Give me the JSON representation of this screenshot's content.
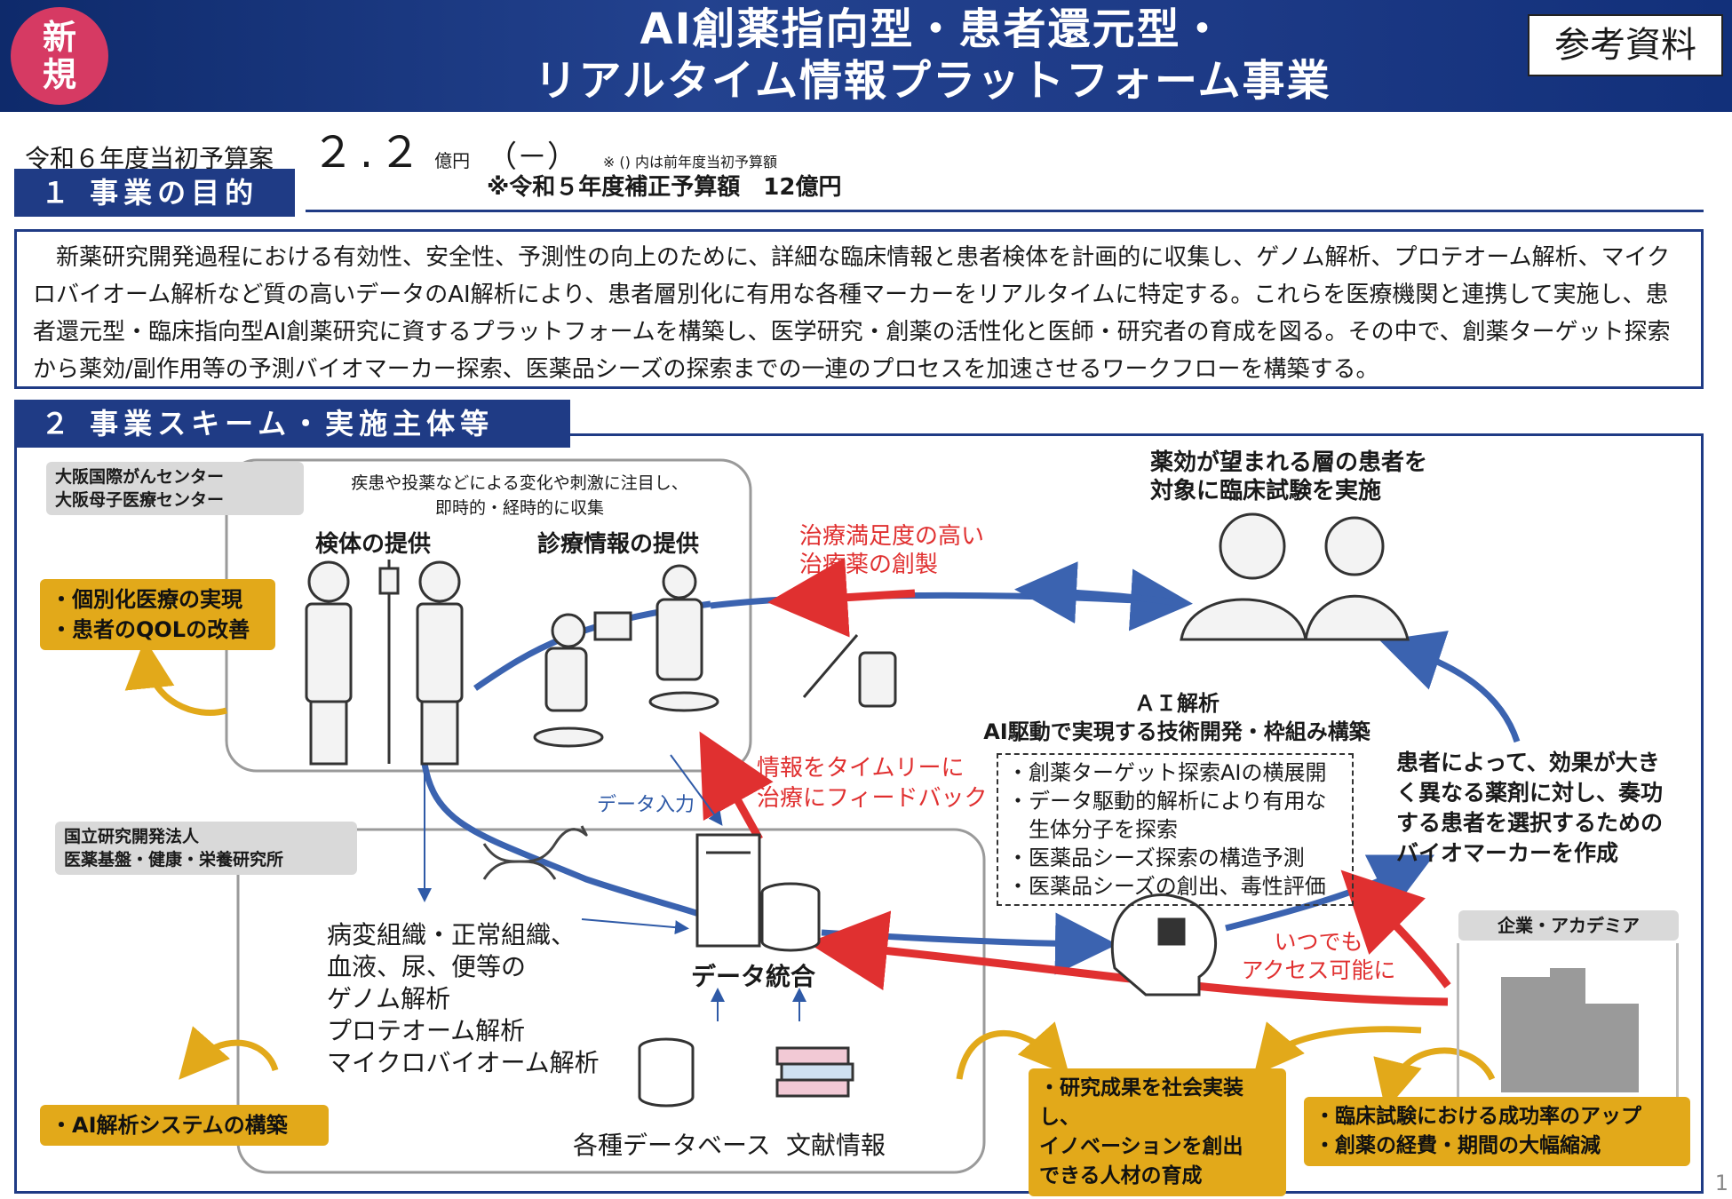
{
  "header": {
    "badge": "新規",
    "title_line1": "AI創薬指向型・患者還元型・",
    "title_line2": "リアルタイム情報プラットフォーム事業",
    "reference_label": "参考資料"
  },
  "budget": {
    "label": "令和６年度当初予算案",
    "amount": "２.２",
    "unit": "億円",
    "prev": "（－）",
    "note": "※ () 内は前年度当初予算額",
    "supplementary": "※令和５年度補正予算額　12億円"
  },
  "section1": {
    "heading": "１ 事業の目的",
    "text": "新薬研究開発過程における有効性、安全性、予測性の向上のために、詳細な臨床情報と患者検体を計画的に収集し、ゲノム解析、プロテオーム解析、マイクロバイオーム解析など質の高いデータのAI解析により、患者層別化に有用な各種マーカーをリアルタイムに特定する。これらを医療機関と連携して実施し、患者還元型・臨床指向型AI創薬研究に資するプラットフォームを構築し、医学研究・創薬の活性化と医師・研究者の育成を図る。その中で、創薬ターゲット探索から薬効/副作用等の予測バイオマーカー探索、医薬品シーズの探索までの一連のプロセスを加速させるワークフローを構築する。"
  },
  "section2": {
    "heading": "２ 事業スキーム・実施主体等",
    "inst1_line1": "大阪国際がんセンター",
    "inst1_line2": "大阪母子医療センター",
    "collect_note_line1": "疾患や投薬などによる変化や刺激に注目し、",
    "collect_note_line2": "即時的・経時的に収集",
    "specimen_label": "検体の提供",
    "clinical_label": "診療情報の提供",
    "outcome1_line1": "・個別化医療の実現",
    "outcome1_line2": "・患者のQOLの改善",
    "inst2_line1": "国立研究開発法人",
    "inst2_line2": "医薬基盤・健康・栄養研究所",
    "data_input": "データ入力",
    "sample_list": [
      "病変組織・正常組織、",
      "血液、尿、便等の",
      "ゲノム解析",
      "プロテオーム解析",
      "マイクロバイオーム解析"
    ],
    "data_integration": "データ統合",
    "databases_label": "各種データベース",
    "literature_label": "文献情報",
    "outcome2": "・AI解析システムの構築",
    "red_label1_line1": "治療満足度の高い",
    "red_label1_line2": "治療薬の創製",
    "red_label2_line1": "情報をタイムリーに",
    "red_label2_line2": "治療にフィードバック",
    "trial_line1": "薬効が望まれる層の患者を",
    "trial_line2": "対象に臨床試験を実施",
    "ai_title": "ＡＩ解析",
    "ai_subtitle": "AI駆動で実現する技術開発・枠組み構築",
    "ai_items": [
      "・創薬ターゲット探索AIの横展開",
      "・データ駆動的解析により有用な",
      "　生体分子を探索",
      "・医薬品シーズ探索の構造予測",
      "・医薬品シーズの創出、毒性評価"
    ],
    "biomarker_lines": [
      "患者によって、効果が大き",
      "く異なる薬剤に対し、奏功",
      "する患者を選択するための",
      "バイオマーカーを作成"
    ],
    "access_line1": "いつでも",
    "access_line2": "アクセス可能に",
    "industry_label": "企業・アカデミア",
    "outcome3_line1": "・研究成果を社会実装し、",
    "outcome3_line2": "イノベーションを創出",
    "outcome3_line3": "できる人材の育成",
    "outcome4_line1": "・臨床試験における成功率のアップ",
    "outcome4_line2": "・創薬の経費・期間の大幅縮減"
  },
  "page_number": "1",
  "colors": {
    "navy": "#1f3b85",
    "red": "#e03030",
    "blue": "#3b63b0",
    "gold": "#e2a91a",
    "badge": "#d63a63"
  }
}
